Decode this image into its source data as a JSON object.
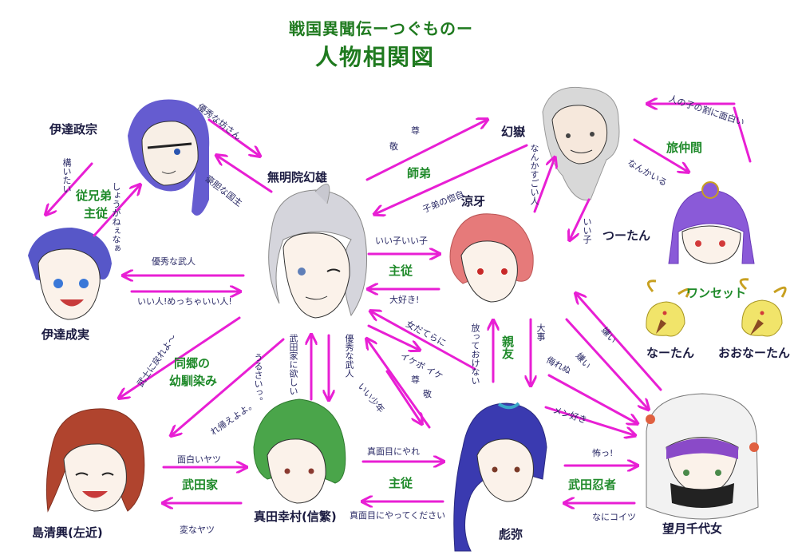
{
  "title": {
    "top": "戦国異聞伝ーつぐものー",
    "main": "人物相関図"
  },
  "characters": {
    "date_masamune": "伊達政宗",
    "date_shigezane": "伊達成実",
    "mumyouin": "無明院幻雄",
    "genkan": "幻嶽",
    "ryouga": "涼牙",
    "tsuutan": "つーたん",
    "naatan": "なーたん",
    "oonaatan": "おおなーたん",
    "shima": "島清興(左近)",
    "sanada": "真田幸村(信繁)",
    "hikoya": "彪弥",
    "mochizuki": "望月千代女"
  },
  "relations": {
    "izoku": "従兄弟",
    "shujuu1": "主従",
    "shitei": "師弟",
    "shujuu2": "主従",
    "tabinakama": "旅仲間",
    "onset": "ワンセット",
    "shinyuu": "親友",
    "doukyou1": "同郷の",
    "doukyou2": "幼馴染み",
    "takedake": "武田家",
    "shujuu3": "主従",
    "takedaninja": "武田忍者"
  },
  "notes": {
    "yuushuu_bou": "優秀な坊さん",
    "goutan": "豪胆な国主",
    "kamai": "構いたい",
    "nega": "しょうがねぇなぁ",
    "sonkei_a": "尊",
    "sonkei_b": "敬",
    "deshi": "子弟の惚自",
    "sugoi": "なんかすごい人",
    "nankairu": "なんかいる",
    "hito_ko": "人の子の割に面白い",
    "iiko_v": "いい子",
    "yuushuu_bushi": "優秀な武人",
    "iihito": "いい人!めっちゃいい人!",
    "iiko_iiko": "いい子いい子",
    "daisuki": "大好き!",
    "bushi": "武士に戻れよ〜",
    "takedake_hoshii": "武田家に欲しい",
    "yuushuu_bujin2": "優秀な武人",
    "urusai": "うるさいっ。",
    "kaere": "れ帰えよよ。",
    "onnadatera": "女だてらに",
    "ikebo": "イケボ イケ",
    "sonkei2_a": "尊",
    "sonkei2_b": "敬",
    "iishounen": "いい少年",
    "hotte": "放っておけない",
    "daiji": "大事",
    "kirai1": "嫌い",
    "kirai2": "嫌い",
    "anadore": "侮れぬ",
    "menzuki": "メン好き",
    "omoshiroi": "面白いヤツ",
    "hennayatsu": "変なヤツ",
    "majime1": "真面目にやれ",
    "majime2": "真面目にやってください",
    "kowa": "怖っ!",
    "naniko": "なにコイツ"
  },
  "colors": {
    "arrow": "#e81fd4",
    "relation_text": "#1f8a2a",
    "name_text": "#1a1a40",
    "title": "#1f7a1f"
  }
}
